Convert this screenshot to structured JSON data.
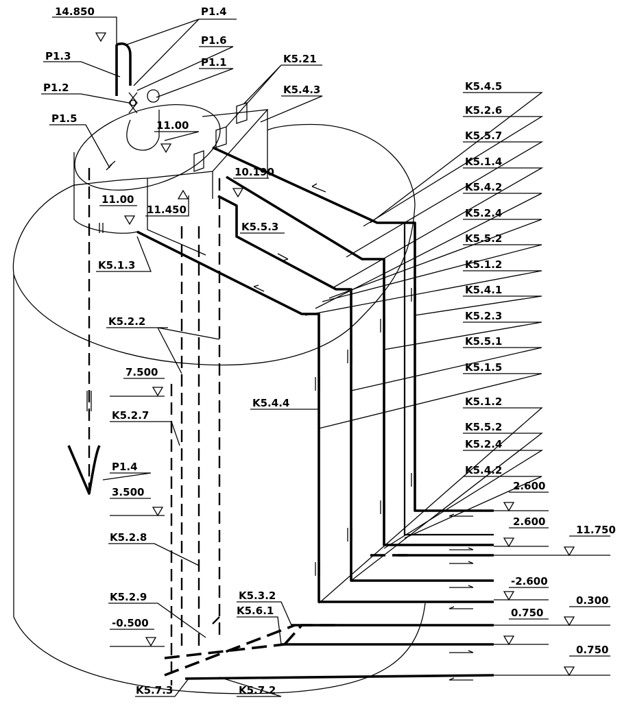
{
  "labels": {
    "elev_14850": "14.850",
    "p14_top": "P1.4",
    "p16": "P1.6",
    "p13": "P1.3",
    "p11": "P1.1",
    "k521": "K5.21",
    "p12": "P1.2",
    "k543": "K5.4.3",
    "p15": "P1.5",
    "elev_1100_top": "11.00",
    "elev_10190": "10.190",
    "elev_1100_left": "11.00",
    "elev_11450": "11.450",
    "k553": "K5.5.3",
    "k513": "K5.1.3",
    "k545": "K5.4.5",
    "k526": "K5.2.6",
    "k557": "K5.5.7",
    "k514": "K5.1.4",
    "k542_r": "K5.4.2",
    "k524_r": "K5.2.4",
    "k552_r": "K5.5.2",
    "k512_r": "K5.1.2",
    "k541": "K5.4.1",
    "k523": "K5.2.3",
    "k551": "K5.5.1",
    "k515": "K5.1.5",
    "k512_b": "K5.1.2",
    "k552_b": "K5.5.2",
    "k524_b": "K5.2.4",
    "k542_b": "K5.4.2",
    "k522": "K5.2.2",
    "elev_7500": "7.500",
    "k527": "K5.2.7",
    "k544": "K5.4.4",
    "p14_low": "P1.4",
    "elev_3500": "3.500",
    "k528": "K5.2.8",
    "k529": "K5.2.9",
    "elev_m0500": "-0.500",
    "k532": "K5.3.2",
    "k561": "K5.6.1",
    "k573": "K5.7.3",
    "k572": "K5.7.2",
    "elev_2600_a": "2.600",
    "elev_2600_b": "2.600",
    "elev_11750": "11.750",
    "elev_m2600": "-2.600",
    "elev_0300": "0.300",
    "elev_0750_a": "0.750",
    "elev_0750_b": "0.750"
  },
  "colors": {
    "ink": "#000000",
    "paper": "#ffffff"
  }
}
